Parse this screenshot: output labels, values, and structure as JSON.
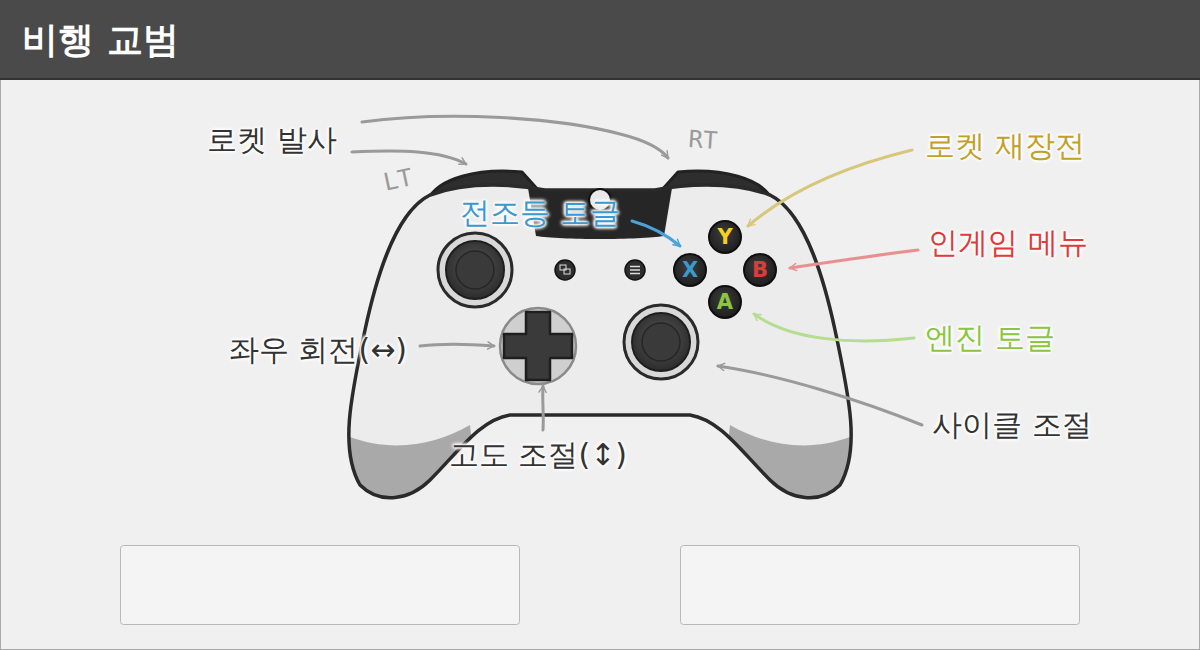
{
  "diagram": {
    "title": "비행 교범",
    "nodes": [
      {
        "text": [
          "Y"
        ]
      },
      {
        "text": [
          "X"
        ]
      },
      {
        "text": [
          "B"
        ]
      },
      {
        "text": [
          "A"
        ]
      }
    ],
    "labels": [
      "로켓 발사",
      "LT",
      "RT",
      "로켓 재장전",
      "전조등 토글",
      "인게임 메뉴",
      "엔진 토글",
      "좌우 회전(↔)",
      "고도 조절(↕)",
      "사이클 조절"
    ]
  }
}
